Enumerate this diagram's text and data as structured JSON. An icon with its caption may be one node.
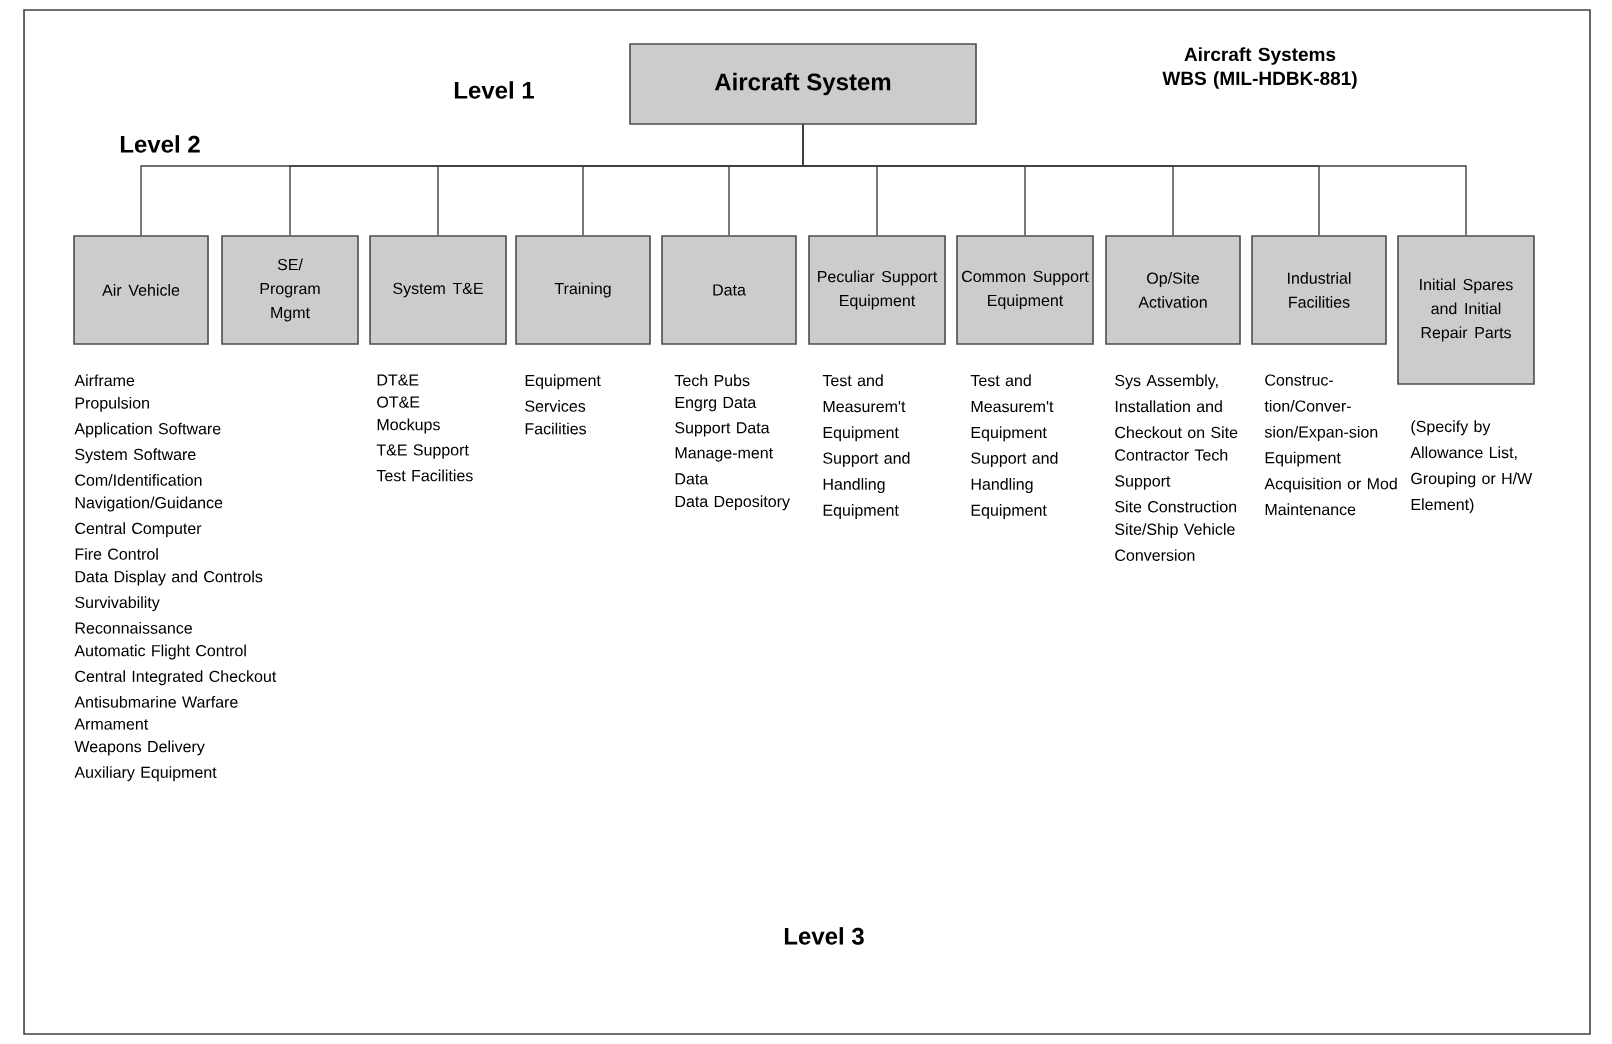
{
  "diagram": {
    "title": "Aircraft Systems WBS (MIL-HDBK-881)",
    "nodes": [
      {
        "text": [
          "Aircraft System"
        ]
      },
      {
        "text": [
          "Air Vehicle"
        ],
        "beside": [
          "Airframe",
          "Propulsion",
          "Application Software",
          "System Software",
          "Com/Identification",
          "Navigation/Guidance",
          "Central Computer",
          "Fire Control",
          "Data Display and Controls",
          "Survivability",
          "Reconnaissance",
          "Automatic Flight Control",
          "Central Integrated Checkout",
          "Antisubmarine Warfare",
          "Armament",
          "Weapons Delivery",
          "Auxiliary Equipment"
        ]
      },
      {
        "text": [
          "SE/ Program Mgmt"
        ]
      },
      {
        "text": [
          "System T&E"
        ],
        "beside": [
          "DT&E",
          "OT&E",
          "Mockups",
          "T&E Support",
          "Test Facilities"
        ]
      },
      {
        "text": [
          "Training"
        ],
        "beside": [
          "Equipment",
          "Services",
          "Facilities"
        ]
      },
      {
        "text": [
          "Data"
        ],
        "beside": [
          "Tech Pubs",
          "Engrg Data",
          "Support Data",
          "Manage-ment Data",
          "Data Depository"
        ]
      },
      {
        "text": [
          "Peculiar Support Equipment"
        ],
        "beside": [
          "Test and Measurem't Equipment",
          "Support and Handling Equipment"
        ]
      },
      {
        "text": [
          "Common Support Equipment"
        ],
        "beside": [
          "Test and Measurem't Equipment",
          "Support and Handling Equipment"
        ]
      },
      {
        "text": [
          "Op/Site Activation"
        ],
        "beside": [
          "Sys Assembly, Installation and Checkout on Site",
          "Contractor Tech Support",
          "Site Construction",
          "Site/Ship Vehicle Conversion"
        ]
      },
      {
        "text": [
          "Industrial Facilities"
        ],
        "beside": [
          "Construc-tion/Conver-sion/Expan-sion",
          "Equipment Acquisition or Mod",
          "Maintenance"
        ]
      },
      {
        "text": [
          "Initial Spares and Initial Repair Parts"
        ],
        "beside": [
          "(Specify by Allowance List, Grouping or H/W Element)"
        ]
      }
    ],
    "edges": [
      {
        "from": 0,
        "to": 1,
        "arrow": "none"
      },
      {
        "from": 0,
        "to": 2,
        "arrow": "none"
      },
      {
        "from": 0,
        "to": 3,
        "arrow": "none"
      },
      {
        "from": 0,
        "to": 4,
        "arrow": "none"
      },
      {
        "from": 0,
        "to": 5,
        "arrow": "none"
      },
      {
        "from": 0,
        "to": 6,
        "arrow": "none"
      },
      {
        "from": 0,
        "to": 7,
        "arrow": "none"
      },
      {
        "from": 0,
        "to": 8,
        "arrow": "none"
      },
      {
        "from": 0,
        "to": 9,
        "arrow": "none"
      },
      {
        "from": 0,
        "to": 10,
        "arrow": "none"
      }
    ],
    "labels": [
      "Level 1",
      "Level 2",
      "Level 3"
    ]
  }
}
